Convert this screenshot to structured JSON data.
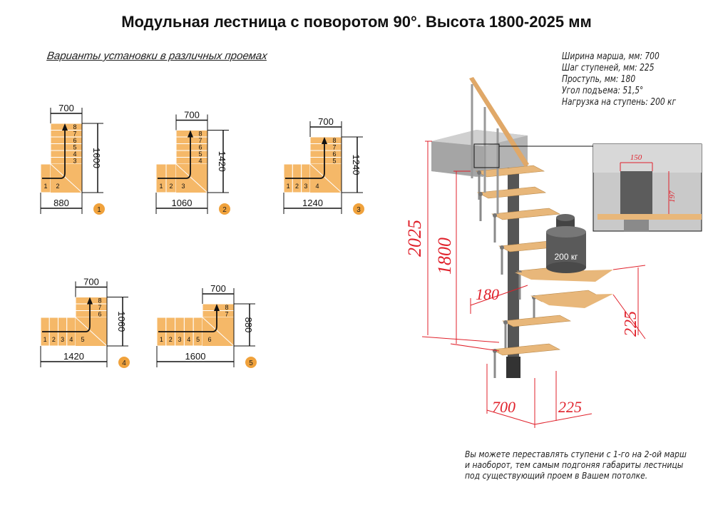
{
  "title": "Модульная лестница с поворотом 90°. Высота 1800-2025 мм",
  "subtitle": "Варианты установки в различных проемах",
  "specs": [
    "Ширина марша, мм: 700",
    "Шаг ступеней, мм: 225",
    "Проступь, мм: 180",
    "Угол подъема: 51,5°",
    "Нагрузка на ступень: 200 кг"
  ],
  "variants": [
    {
      "number": "1",
      "width": "700",
      "depth": "880",
      "height": "1600",
      "upper": [
        "8",
        "7",
        "6",
        "5",
        "4",
        "3"
      ],
      "lower": [
        "1",
        "2"
      ]
    },
    {
      "number": "2",
      "width": "700",
      "depth": "1060",
      "height": "1420",
      "upper": [
        "8",
        "7",
        "6",
        "5",
        "4"
      ],
      "lower": [
        "1",
        "2",
        "3"
      ]
    },
    {
      "number": "3",
      "width": "700",
      "depth": "1240",
      "height": "1240",
      "upper": [
        "8",
        "7",
        "6",
        "5"
      ],
      "lower": [
        "1",
        "2",
        "3",
        "4"
      ]
    },
    {
      "number": "4",
      "width": "700",
      "depth": "1420",
      "height": "1060",
      "upper": [
        "8",
        "7",
        "6"
      ],
      "lower": [
        "1",
        "2",
        "3",
        "4",
        "5"
      ]
    },
    {
      "number": "5",
      "width": "700",
      "depth": "1600",
      "height": "880",
      "upper": [
        "8",
        "7"
      ],
      "lower": [
        "1",
        "2",
        "3",
        "4",
        "5",
        "6"
      ]
    }
  ],
  "stair": {
    "total_height": "2025",
    "floor_height": "1800",
    "tread": "180",
    "rise": "225",
    "width": "700",
    "depth": "225",
    "weight": "200 кг",
    "inset_width": "150",
    "inset_height": "197"
  },
  "note": [
    "Вы можете переставлять ступени с 1-го на 2-ой марш",
    "и наоборот, тем самым подгоняя габариты лестницы",
    "под существующий проем в Вашем потолке."
  ],
  "colors": {
    "step": "#f5b868",
    "badge": "#f0a23c",
    "dim": "#e0212b",
    "tread": "#e8b77a",
    "metal": "#8a8a8a"
  }
}
